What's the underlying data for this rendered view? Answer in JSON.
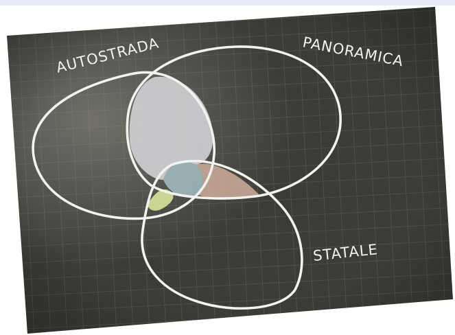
{
  "labels": {
    "autostrada": "AUTOSTRADA",
    "panoramica": "PANORAMICA",
    "statale": "STATALE"
  },
  "colors": {
    "board": "#3c3b36",
    "grid": "#575650",
    "chalk": "#f2f2ee",
    "region_ap": "#cfcfd4",
    "region_center": "#9fb9bd",
    "region_ps": "#c7a998",
    "region_as": "#d9e39a"
  }
}
